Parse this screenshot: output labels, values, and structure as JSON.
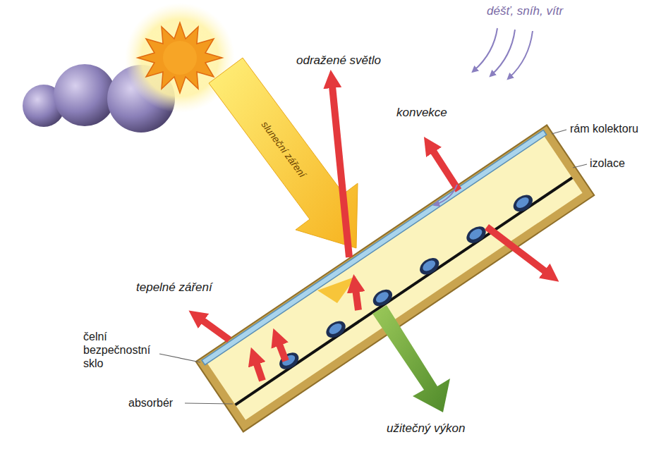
{
  "diagram": {
    "labels": [
      "sluneční záření",
      "odražené světlo",
      "déšť, sníh, vítr",
      "konvekce",
      "rám kolektoru",
      "izolace",
      "tepelné záření",
      "čelní bezpečnostní sklo",
      "absorbér",
      "užitečný výkon"
    ]
  }
}
